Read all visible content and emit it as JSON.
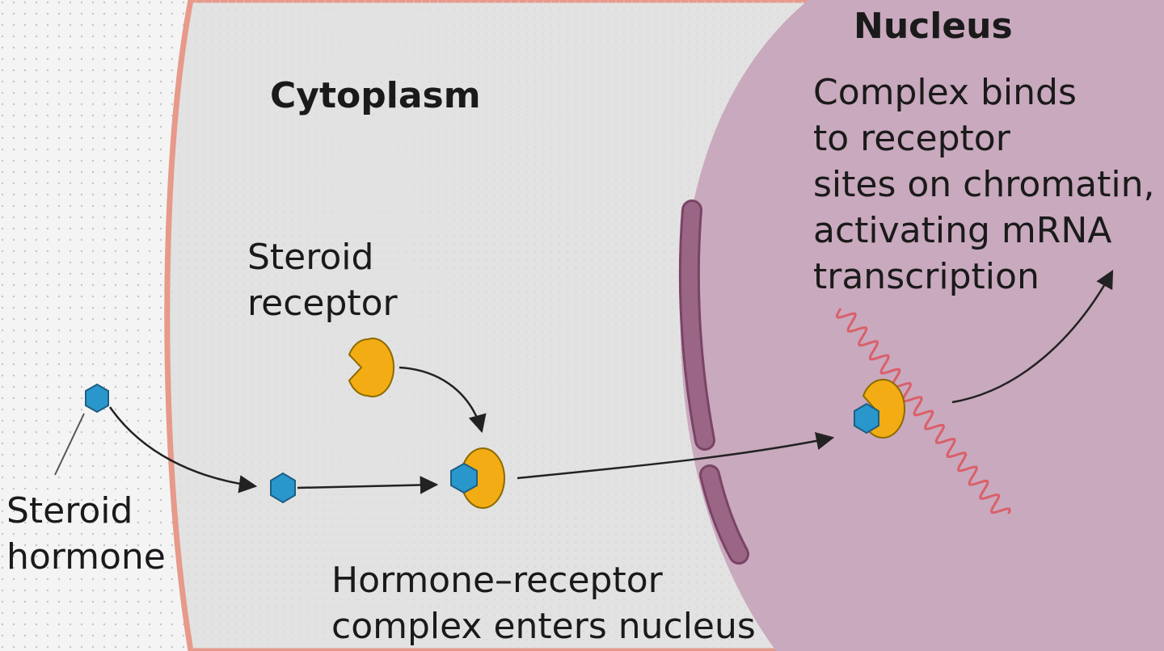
{
  "colors": {
    "outside": "#f4f4f4",
    "membrane": "#e7998a",
    "cytoplasm": "#e3e2e2",
    "nucleus": "#c9a9bd",
    "nuclear_envelope": "#9b6586",
    "hormone": "#2a97cc",
    "receptor": "#f3ac14",
    "chromatin": "#d9606a",
    "arrow": "#222222"
  },
  "icons": {
    "hormone": "hexagon",
    "receptor": "pac-man-shape",
    "chromatin": "helix"
  },
  "labels": {
    "nucleus": "Nucleus",
    "cytoplasm": "Cytoplasm",
    "steroid_receptor": "Steroid\nreceptor",
    "steroid_hormone": "Steroid\nhormone",
    "complex_enters": "Hormone–receptor\ncomplex enters nucleus",
    "complex_binds": "Complex binds\nto receptor\nsites on chromatin,\nactivating mRNA\ntranscription"
  }
}
